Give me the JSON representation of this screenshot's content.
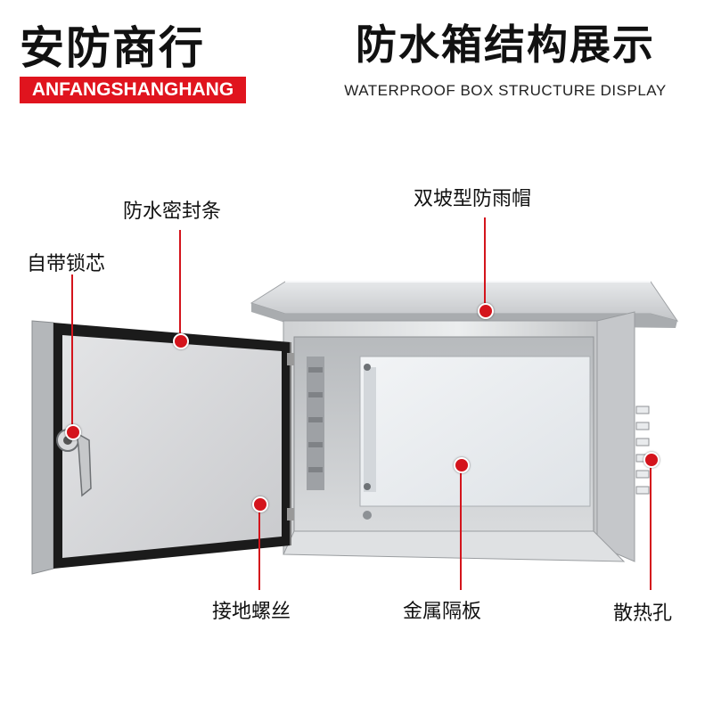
{
  "brand": {
    "name_cn": "安防商行",
    "name_en": "ANFANGSHANGHANG"
  },
  "header": {
    "title_cn": "防水箱结构展示",
    "title_en": "WATERPROOF BOX STRUCTURE DISPLAY"
  },
  "callouts": {
    "seal_strip": "防水密封条",
    "lock": "自带锁芯",
    "rain_cap": "双坡型防雨帽",
    "ground_screw": "接地螺丝",
    "metal_plate": "金属隔板",
    "vent_holes": "散热孔"
  },
  "colors": {
    "accent_red": "#d4141c",
    "brand_bar": "#e0141e"
  }
}
